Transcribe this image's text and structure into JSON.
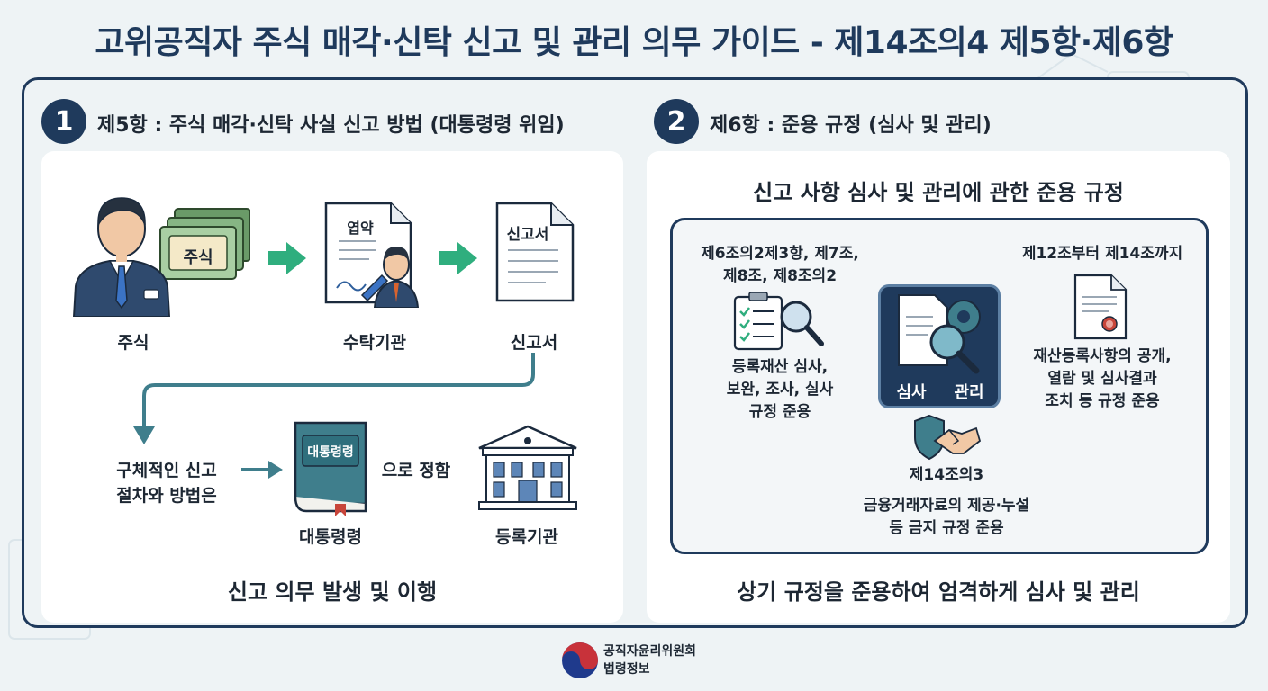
{
  "title": "고위공직자 주식 매각·신탁 신고 및 관리 의무 가이드 - 제14조의4 제5항·제6항",
  "section1": {
    "number": "1",
    "heading": "제5항 : 주식 매각·신탁 사실 신고 방법 (대통령령 위임)",
    "stock_tag": "주식",
    "contract_doc": "엽약",
    "report_doc": "신고서",
    "label_stock": "주식",
    "label_trustee": "수탁기관",
    "label_report": "신고서",
    "procedure_line1": "구체적인 신고",
    "procedure_line2": "절차와 방법은",
    "book_title": "대통령령",
    "label_decree": "대통령령",
    "defined_text": "으로 정함",
    "label_registry": "등록기관",
    "footer": "신고 의무 발생 및 이행"
  },
  "section2": {
    "number": "2",
    "heading": "제6항 : 준용 규정 (심사 및 관리)",
    "subtitle": "신고 사항 심사 및 관리에 관한 준용 규정",
    "left_ref_line1": "제6조의2제3항, 제7조,",
    "left_ref_line2": "제8조, 제8조의2",
    "left_desc_line1": "등록재산 심사,",
    "left_desc_line2": "보완, 조사, 실사",
    "left_desc_line3": "규정 준용",
    "right_ref": "제12조부터 제14조까지",
    "right_desc_line1": "재산등록사항의 공개,",
    "right_desc_line2": "열람 및 심사결과",
    "right_desc_line3": "조치 등 규정 준용",
    "center_label_review": "심사",
    "center_label_manage": "관리",
    "bottom_ref": "제14조의3",
    "bottom_desc_line1": "금융거래자료의 제공·누설",
    "bottom_desc_line2": "등 금지 규정 준용",
    "footer": "상기 규정을 준용하여 엄격하게 심사 및 관리"
  },
  "logo": {
    "line1": "공직자윤리위원회",
    "line2": "법령정보"
  },
  "colors": {
    "navy": "#1f3a5c",
    "green_arrow": "#2fae7e",
    "teal_line": "#3f7e8c",
    "background": "#eef3f5"
  }
}
